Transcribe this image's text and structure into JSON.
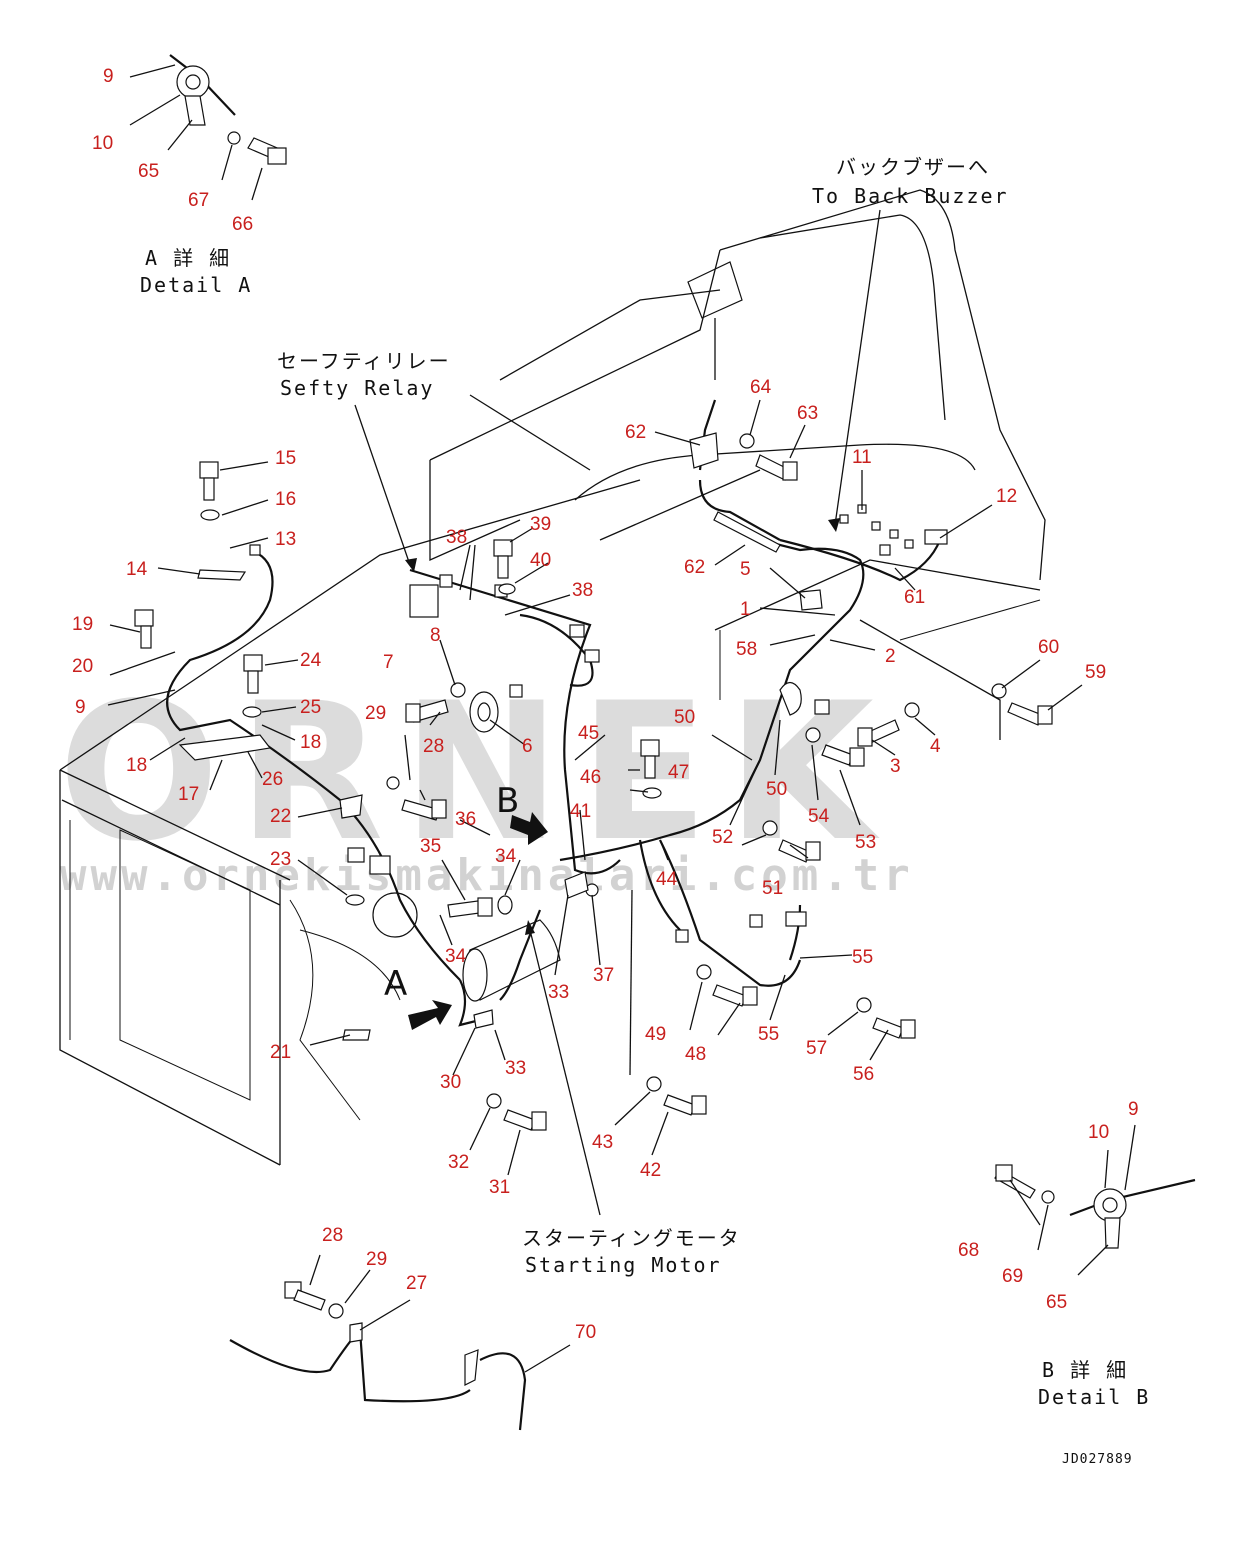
{
  "watermark": {
    "letters": "ORNEK",
    "url": "www.ornekismakinalari.com.tr"
  },
  "captions": {
    "back_buzzer_jp": "バックブザーへ",
    "back_buzzer_en": "To Back Buzzer",
    "safety_relay_jp": "セーフティリレー",
    "safety_relay_en": "Sefty Relay",
    "starting_motor_jp": "スターティングモータ",
    "starting_motor_en": "Starting Motor",
    "detail_a_jp": "A 詳 細",
    "detail_a_en": "Detail A",
    "detail_b_jp": "B 詳 細",
    "detail_b_en": "Detail B",
    "view_a": "A",
    "view_b": "B",
    "drawing_code": "JD027889"
  },
  "part_numbers": [
    "1",
    "2",
    "3",
    "4",
    "5",
    "6",
    "7",
    "8",
    "9",
    "10",
    "11",
    "12",
    "13",
    "14",
    "15",
    "16",
    "17",
    "18",
    "19",
    "20",
    "21",
    "22",
    "23",
    "24",
    "25",
    "26",
    "27",
    "28",
    "29",
    "30",
    "31",
    "32",
    "33",
    "34",
    "35",
    "36",
    "37",
    "38",
    "39",
    "40",
    "41",
    "42",
    "43",
    "44",
    "45",
    "46",
    "47",
    "48",
    "49",
    "50",
    "51",
    "52",
    "53",
    "54",
    "55",
    "56",
    "57",
    "58",
    "59",
    "60",
    "61",
    "62",
    "63",
    "64",
    "65",
    "66",
    "67",
    "68",
    "69",
    "70"
  ],
  "colors": {
    "callout": "#c8201e",
    "line": "#111111",
    "watermark": "#dcdcdc"
  }
}
